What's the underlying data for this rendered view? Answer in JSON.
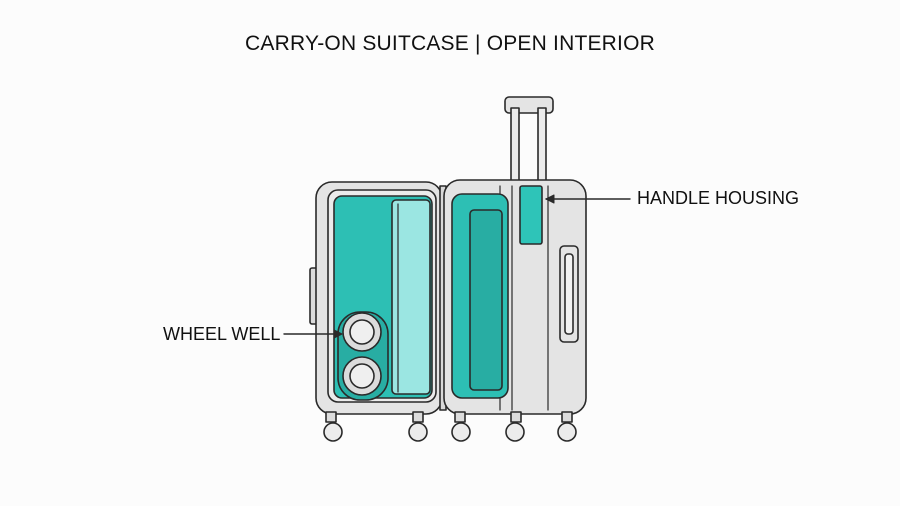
{
  "diagram": {
    "title": "CARRY-ON SUITCASE | OPEN INTERIOR",
    "labels": {
      "handle_housing": "HANDLE HOUSING",
      "wheel_well": "WHEEL WELL"
    }
  },
  "colors": {
    "shell": "#e4e4e4",
    "outline": "#2a2a2a",
    "interior": "#2dbfb4",
    "interior_light": "#9be6e2",
    "handle_housing": "#2ec4b8",
    "wheel": "#eeeeee"
  }
}
